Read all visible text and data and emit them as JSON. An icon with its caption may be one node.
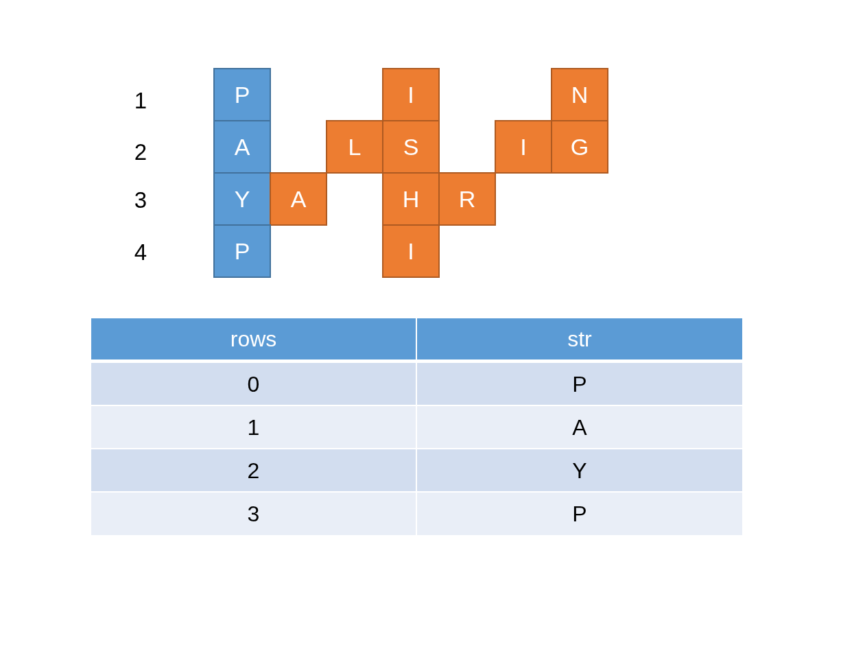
{
  "diagram": {
    "nodes": [
      {
        "text": [
          "P"
        ]
      },
      {
        "text": [
          "I"
        ]
      },
      {
        "text": [
          "N"
        ]
      },
      {
        "text": [
          "A"
        ]
      },
      {
        "text": [
          "L"
        ]
      },
      {
        "text": [
          "S"
        ]
      },
      {
        "text": [
          "I"
        ]
      },
      {
        "text": [
          "G"
        ]
      },
      {
        "text": [
          "Y"
        ]
      },
      {
        "text": [
          "A"
        ]
      },
      {
        "text": [
          "H"
        ]
      },
      {
        "text": [
          "R"
        ]
      },
      {
        "text": [
          "P"
        ]
      },
      {
        "text": [
          "I"
        ]
      }
    ],
    "labels": [
      "1",
      "2",
      "3",
      "4",
      "rows",
      "str",
      "0",
      "P",
      "1",
      "A",
      "2",
      "Y",
      "3",
      "P"
    ]
  }
}
